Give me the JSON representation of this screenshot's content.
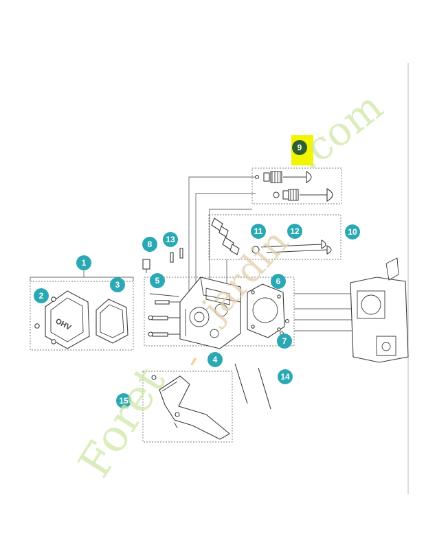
{
  "diagram": {
    "callouts": [
      "1",
      "2",
      "3",
      "4",
      "5",
      "6",
      "7",
      "8",
      "9",
      "10",
      "11",
      "12",
      "13",
      "14",
      "15"
    ],
    "highlighted_callout": "9",
    "cover_embossing": "OHV",
    "colors": {
      "callout": "#2aa9b4",
      "highlight_callout": "#2f5f2f",
      "highlight_box": "#f1f500",
      "line": "#3a3a3a"
    }
  },
  "watermark": {
    "text": "Foret-jardin.com"
  }
}
